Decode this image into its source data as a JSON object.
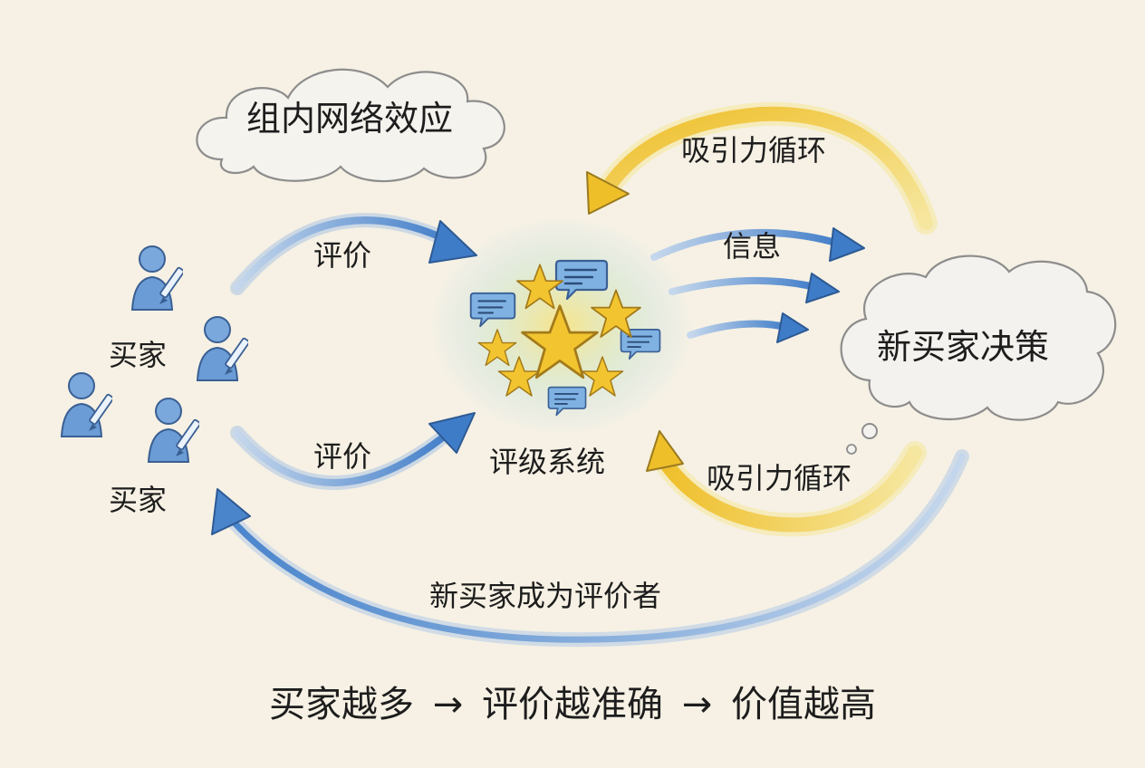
{
  "title": "组内网络效应",
  "nodes": {
    "buyers_top": "买家",
    "buyers_bottom": "买家",
    "rating_system": "评级系统",
    "new_buyer_decision": "新买家决策"
  },
  "edges": {
    "review_top": "评价",
    "review_bottom": "评价",
    "info": "信息",
    "attraction_top": "吸引力循环",
    "attraction_bottom": "吸引力循环",
    "new_buyer_becomes_reviewer": "新买家成为评价者"
  },
  "footer": {
    "part1": "买家越多",
    "part2": "评价越准确",
    "part3": "价值越高",
    "arrow": "→"
  },
  "colors": {
    "background": "#f6f1e4",
    "blue": "#5a8fd0",
    "yellow": "#f0c73d",
    "star": "#f2c530",
    "bubble": "#7fb2e2",
    "ink": "#1d1d1d"
  }
}
